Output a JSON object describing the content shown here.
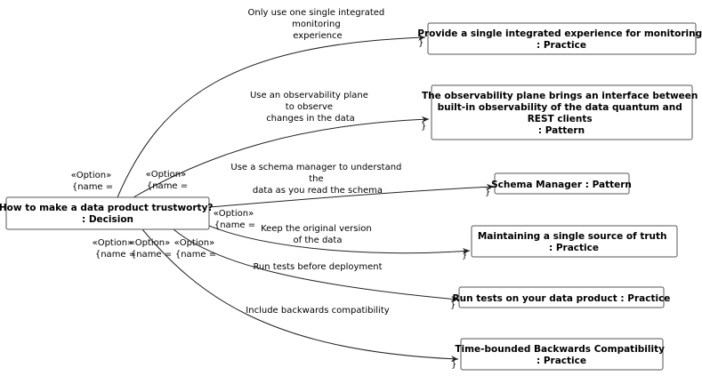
{
  "decision": {
    "lines": [
      "How to make a data product trustworty?",
      ": Decision"
    ]
  },
  "targets": [
    {
      "lines": [
        "Provide a single integrated experience for monitoring",
        ": Practice"
      ]
    },
    {
      "lines": [
        "The observability plane brings an interface between",
        "built-in observability of the data quantum and",
        "REST clients",
        ": Pattern"
      ]
    },
    {
      "lines": [
        "Schema Manager : Pattern"
      ]
    },
    {
      "lines": [
        "Maintaining a single source of truth",
        ": Practice"
      ]
    },
    {
      "lines": [
        "Run tests on your data product : Practice"
      ]
    },
    {
      "lines": [
        "Time-bounded Backwards Compatibility",
        ": Practice"
      ]
    }
  ],
  "edge_labels": [
    {
      "lines": [
        "Only use one single integrated",
        "monitoring",
        "experience"
      ]
    },
    {
      "lines": [
        "Use an observability plane",
        "to observe",
        "changes in the data"
      ]
    },
    {
      "lines": [
        "Use a schema manager to understand",
        "the",
        "data as you read the schema"
      ]
    },
    {
      "lines": [
        "Keep the original version",
        "of the data"
      ]
    },
    {
      "lines": [
        "Run tests before deployment"
      ]
    },
    {
      "lines": [
        "Include backwards compatibility"
      ]
    }
  ],
  "stereotypes": [
    {
      "lines": [
        "«Option»",
        "{name ="
      ]
    },
    {
      "lines": [
        "«Option»",
        "{name ="
      ]
    },
    {
      "lines": [
        "«Option»",
        "{name ="
      ]
    },
    {
      "lines": [
        "«Option»",
        "{name ="
      ]
    },
    {
      "lines": [
        "«Option»",
        "{name ="
      ]
    },
    {
      "lines": [
        "«Option»",
        "{name ="
      ]
    }
  ],
  "brace": "}"
}
